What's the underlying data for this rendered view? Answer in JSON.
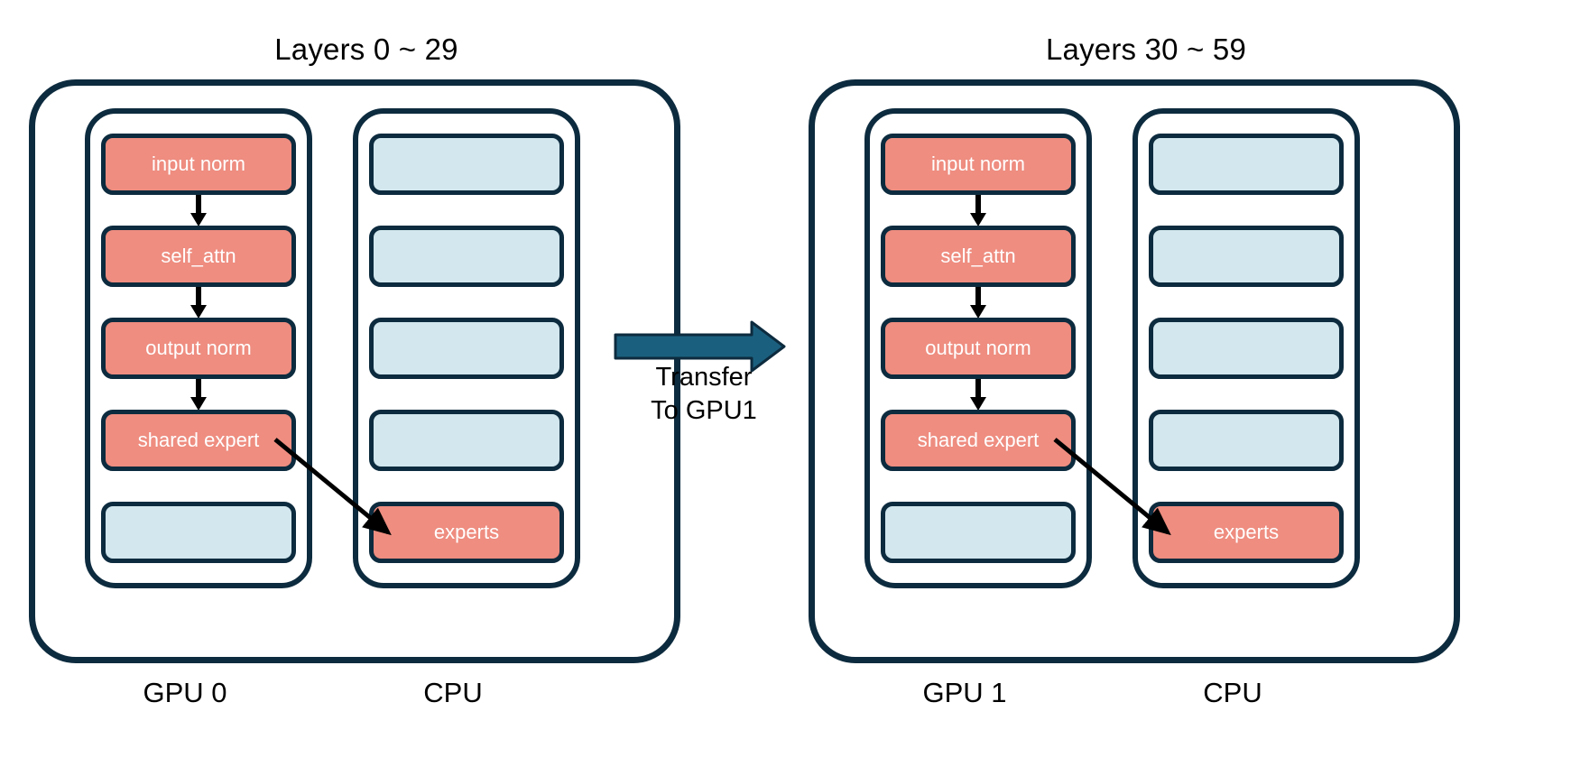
{
  "diagram": {
    "title_left": "Layers 0 ~ 29",
    "title_right": "Layers 30 ~ 59",
    "background": "#ffffff",
    "colors": {
      "stroke": "#0d2b3e",
      "active_block": "#ee8d80",
      "idle_block": "#d2e7ee",
      "active_text": "#ffffff",
      "arrow_black": "#000000",
      "transfer_arrow": "#1b5f7e",
      "label_text": "#000000"
    }
  },
  "devices": [
    {
      "id": "left",
      "title": "Layers 0 ~ 29",
      "columns": [
        {
          "id": "gpu0",
          "caption": "GPU 0",
          "blocks": [
            {
              "label": "input norm",
              "state": "active"
            },
            {
              "label": "self_attn",
              "state": "active"
            },
            {
              "label": "output norm",
              "state": "active"
            },
            {
              "label": "shared expert",
              "state": "active"
            },
            {
              "label": "",
              "state": "idle"
            }
          ]
        },
        {
          "id": "cpu0",
          "caption": "CPU",
          "blocks": [
            {
              "label": "",
              "state": "idle"
            },
            {
              "label": "",
              "state": "idle"
            },
            {
              "label": "",
              "state": "idle"
            },
            {
              "label": "",
              "state": "idle"
            },
            {
              "label": "experts",
              "state": "active"
            }
          ]
        }
      ]
    },
    {
      "id": "right",
      "title": "Layers 30 ~ 59",
      "columns": [
        {
          "id": "gpu1",
          "caption": "GPU 1",
          "blocks": [
            {
              "label": "input norm",
              "state": "active"
            },
            {
              "label": "self_attn",
              "state": "active"
            },
            {
              "label": "output norm",
              "state": "active"
            },
            {
              "label": "shared expert",
              "state": "active"
            },
            {
              "label": "",
              "state": "idle"
            }
          ]
        },
        {
          "id": "cpu1",
          "caption": "CPU",
          "blocks": [
            {
              "label": "",
              "state": "idle"
            },
            {
              "label": "",
              "state": "idle"
            },
            {
              "label": "",
              "state": "idle"
            },
            {
              "label": "",
              "state": "idle"
            },
            {
              "label": "experts",
              "state": "active"
            }
          ]
        }
      ]
    }
  ],
  "transfer": {
    "line1": "Transfer",
    "line2": "To GPU1"
  }
}
